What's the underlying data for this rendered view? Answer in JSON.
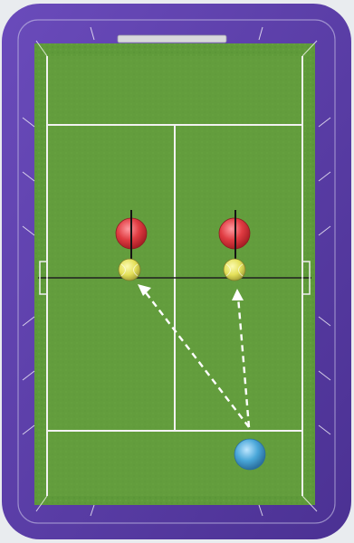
{
  "diagram": {
    "colors": {
      "board_frame": "#5b3fa6",
      "board_frame_dark": "#43307d",
      "court_surface": "#5f9a3a",
      "court_lines": "#f2f2f2",
      "player_red": "#e03c42",
      "tennis_ball": "#e4e059",
      "player_blue": "#4aa7d9",
      "arrow": "#ffffff",
      "net_post": "#111111"
    },
    "pieces": [
      {
        "kind": "player-red",
        "label": "",
        "icon": "red-player-marker-icon"
      },
      {
        "kind": "player-red",
        "label": "",
        "icon": "red-player-marker-icon"
      },
      {
        "kind": "tennis-ball",
        "label": "",
        "icon": "tennis-ball-icon"
      },
      {
        "kind": "tennis-ball",
        "label": "",
        "icon": "tennis-ball-icon"
      },
      {
        "kind": "player-blue",
        "label": "",
        "icon": "blue-player-marker-icon"
      }
    ],
    "arrows": [
      {
        "from": "blue-player",
        "to": "left-ball",
        "style": "dashed"
      },
      {
        "from": "blue-player",
        "to": "right-ball",
        "style": "dashed"
      }
    ]
  }
}
